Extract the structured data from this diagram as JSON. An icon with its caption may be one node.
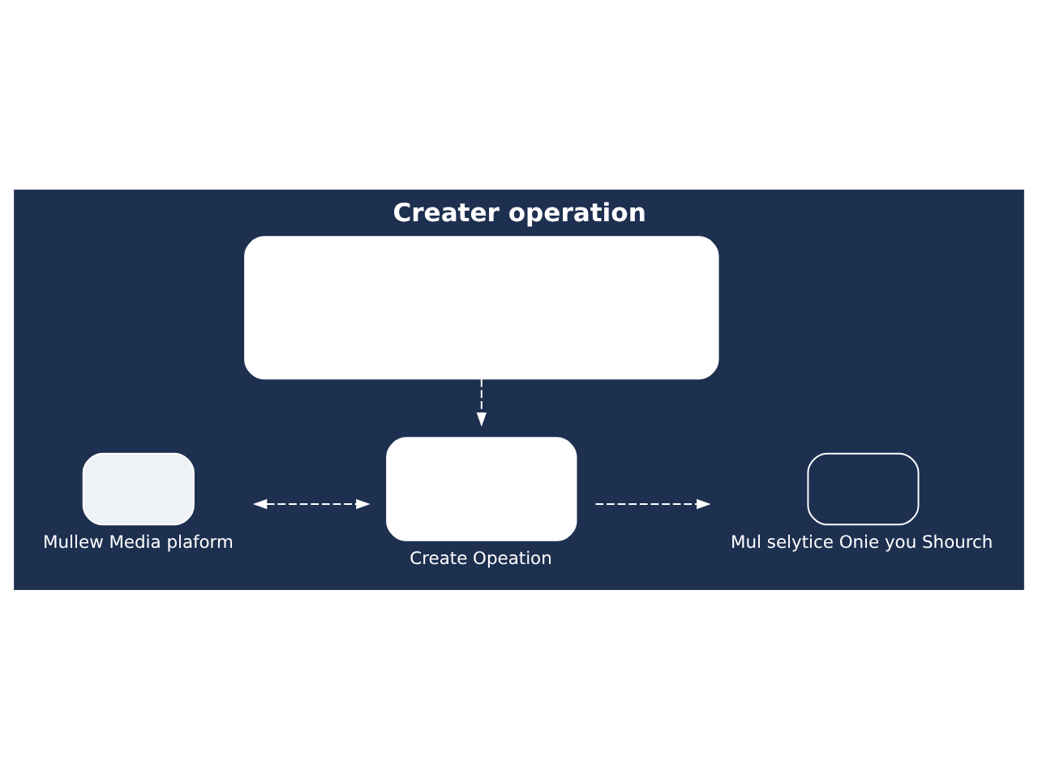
{
  "diagram": {
    "title": "Creater operation",
    "nodes": [
      {
        "text": [],
        "shape": "box"
      },
      {
        "text": [
          "Mullew Media plaform"
        ]
      },
      {
        "text": [
          "Create Opeation"
        ]
      },
      {
        "text": [
          "Mul selytice Onie you Shourch"
        ]
      }
    ],
    "edges": [
      {
        "from": 0,
        "to": 2,
        "arrow": "to",
        "style": "dashed"
      },
      {
        "from": 1,
        "to": 2,
        "arrow": "both",
        "style": "dashed"
      },
      {
        "from": 2,
        "to": 3,
        "arrow": "to",
        "style": "dashed"
      }
    ]
  }
}
